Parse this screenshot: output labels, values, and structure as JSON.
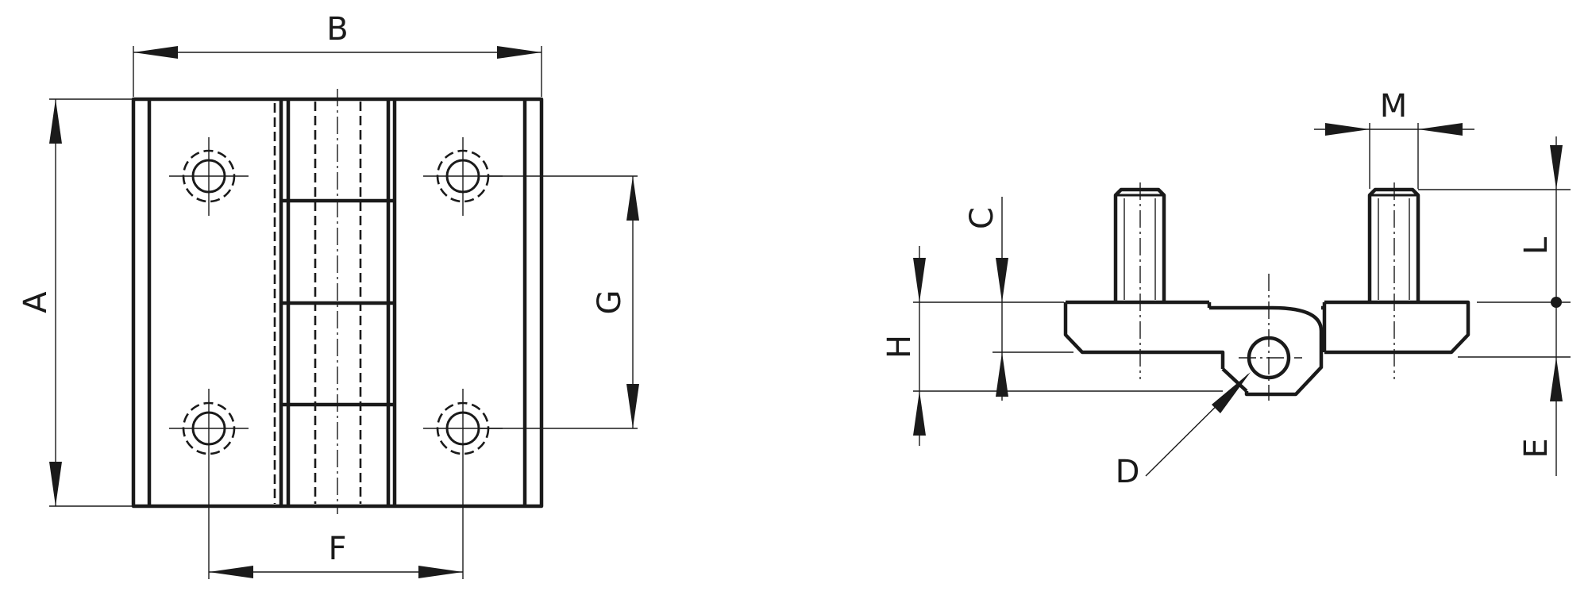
{
  "labels": {
    "A": "A",
    "B": "B",
    "C": "C",
    "D": "D",
    "E": "E",
    "F": "F",
    "G": "G",
    "H": "H",
    "L": "L",
    "M": "M"
  },
  "colors": {
    "line": "#1a1a1a",
    "background": "#ffffff"
  }
}
